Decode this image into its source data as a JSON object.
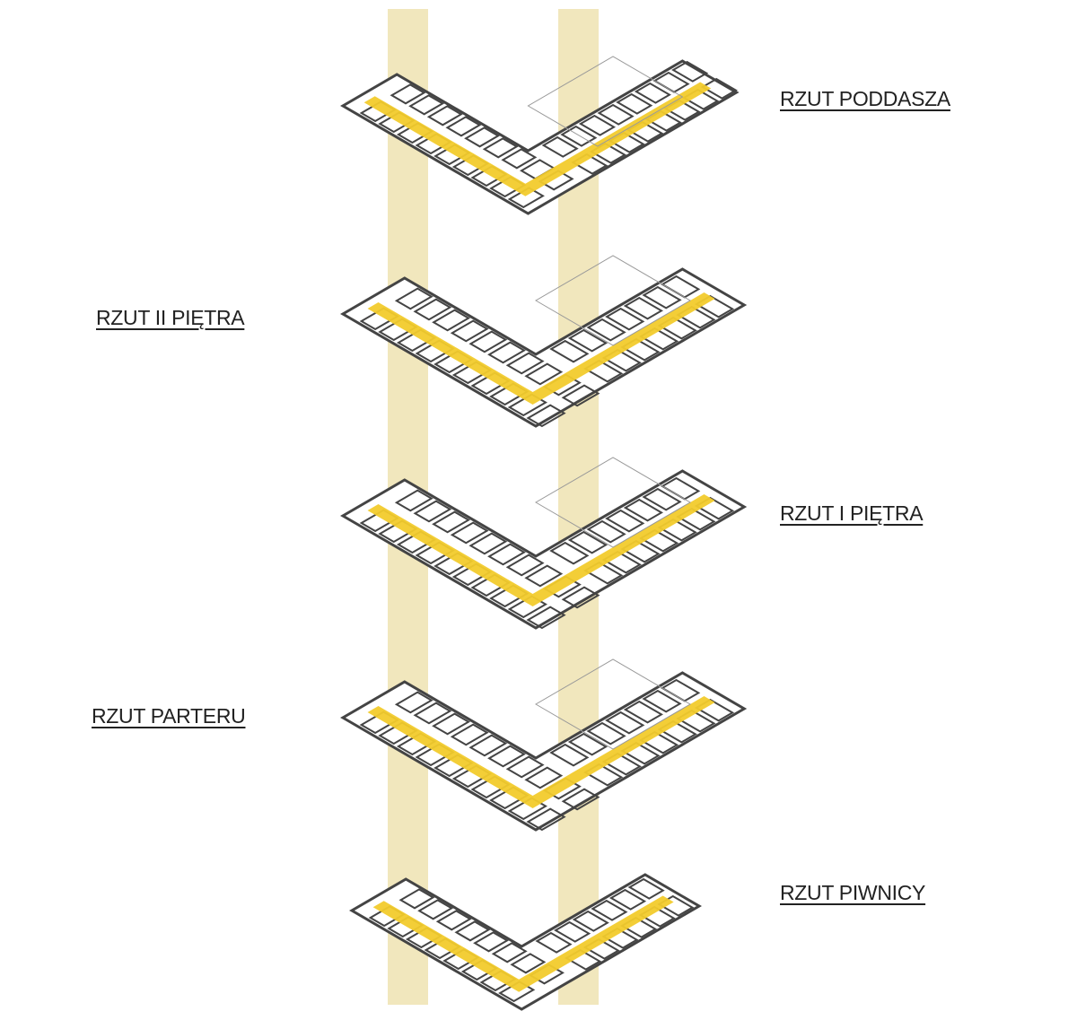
{
  "labels": {
    "attic": "RZUT PODDASZA",
    "second_floor": "RZUT II PIĘTRA",
    "first_floor": "RZUT I PIĘTRA",
    "ground_floor": "RZUT PARTERU",
    "basement": "RZUT PIWNICY"
  },
  "colors": {
    "circulation": "#f2cb2c",
    "vertical_band": "#efe3b2",
    "walls": "#444444",
    "background": "#ffffff"
  }
}
